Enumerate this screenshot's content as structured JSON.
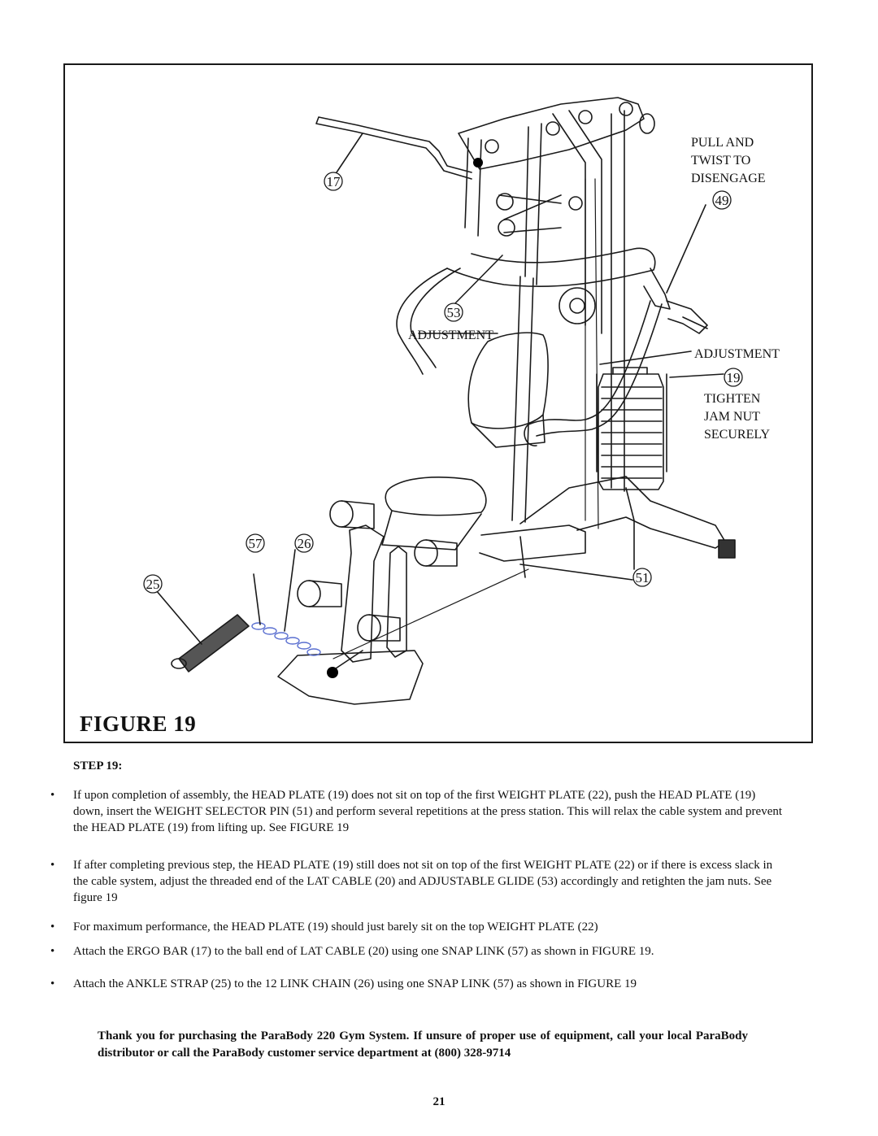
{
  "figure": {
    "caption": "FIGURE 19",
    "callouts": {
      "ergo_bar": "17",
      "weight_selector_pin_49": "49",
      "adjustable_glide": "53",
      "head_plate": "19",
      "snap_link": "57",
      "link_chain": "26",
      "ankle_strap": "25",
      "selector_pin_51": "51"
    },
    "notes": {
      "pull_line1": "PULL AND",
      "pull_line2": "TWIST TO",
      "pull_line3": "DISENGAGE",
      "adjustment_left": "ADJUSTMENT",
      "adjustment_right": "ADJUSTMENT",
      "tighten_line1": "TIGHTEN",
      "tighten_line2": "JAM NUT",
      "tighten_line3": "SECURELY"
    }
  },
  "step": {
    "heading": "STEP 19:",
    "bullet_symbol": "•",
    "instructions": [
      "If upon completion of assembly, the HEAD PLATE (19) does not sit on top of the first WEIGHT PLATE (22), push the HEAD PLATE (19) down, insert the WEIGHT SELECTOR PIN (51) and perform several repetitions at the press station. This will relax the cable system and prevent the HEAD PLATE (19) from lifting up.  See FIGURE 19",
      "If after completing previous step, the HEAD PLATE (19) still does not sit on top of the first WEIGHT PLATE (22) or if there is excess slack in the cable system, adjust the threaded end of the LAT CABLE (20) and ADJUSTABLE GLIDE (53) accordingly and retighten the jam nuts.  See figure 19",
      "For maximum performance, the HEAD PLATE (19) should just barely sit on the top WEIGHT PLATE (22)",
      "Attach the ERGO BAR (17) to the ball end of LAT CABLE (20) using one SNAP LINK (57) as shown in FIGURE 19.",
      "Attach the ANKLE STRAP (25) to the 12 LINK CHAIN (26) using one SNAP LINK (57) as shown in FIGURE 19"
    ]
  },
  "thank_you": "Thank you for purchasing the ParaBody 220 Gym System.  If unsure of proper use of equipment, call your local ParaBody distributor or call the ParaBody customer service department at (800) 328-9714",
  "page_number": "21"
}
